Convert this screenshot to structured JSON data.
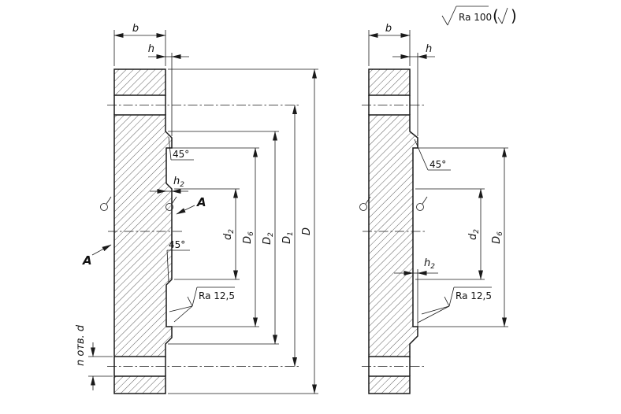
{
  "drawing": {
    "background": "#ffffff",
    "line_color": "#1a1a1a",
    "general_roughness": {
      "text": "Ra 100",
      "open": "(",
      "close": ")"
    },
    "local_roughness": "Ra 12,5",
    "chamfer": "45°",
    "section_mark": "A",
    "holes_label": "n отв. d",
    "dims": {
      "b": "b",
      "h": "h",
      "D": "D",
      "h2": {
        "b": "h",
        "s": "2"
      },
      "d2": {
        "b": "d",
        "s": "2"
      },
      "D6": {
        "b": "D",
        "s": "6"
      },
      "D2": {
        "b": "D",
        "s": "2"
      },
      "D1": {
        "b": "D",
        "s": "1"
      }
    }
  }
}
